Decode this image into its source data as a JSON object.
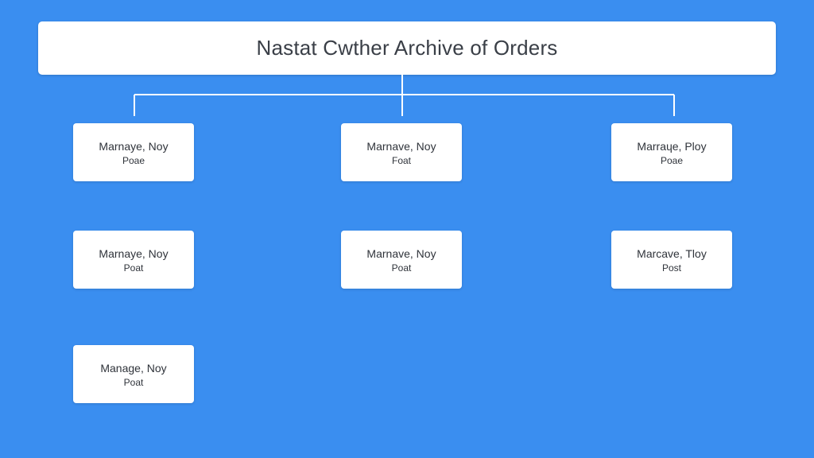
{
  "header": {
    "title": "Nastat Cwther Archive of Orders"
  },
  "nodes": [
    {
      "title": "Marnaye, Noy",
      "subtitle": "Poae"
    },
    {
      "title": "Marnave, Noy",
      "subtitle": "Foat"
    },
    {
      "title": "Marraɥe, Ploy",
      "subtitle": "Poae"
    },
    {
      "title": "Marnaye, Noy",
      "subtitle": "Poat"
    },
    {
      "title": "Marnave, Noy",
      "subtitle": "Poat"
    },
    {
      "title": "Marcave, Tloy",
      "subtitle": "Post"
    },
    {
      "title": "Manage, Noy",
      "subtitle": "Poat"
    }
  ],
  "colors": {
    "background": "#3a8ef0",
    "card": "#ffffff",
    "connector": "#ffffff",
    "text": "#2f333a"
  }
}
